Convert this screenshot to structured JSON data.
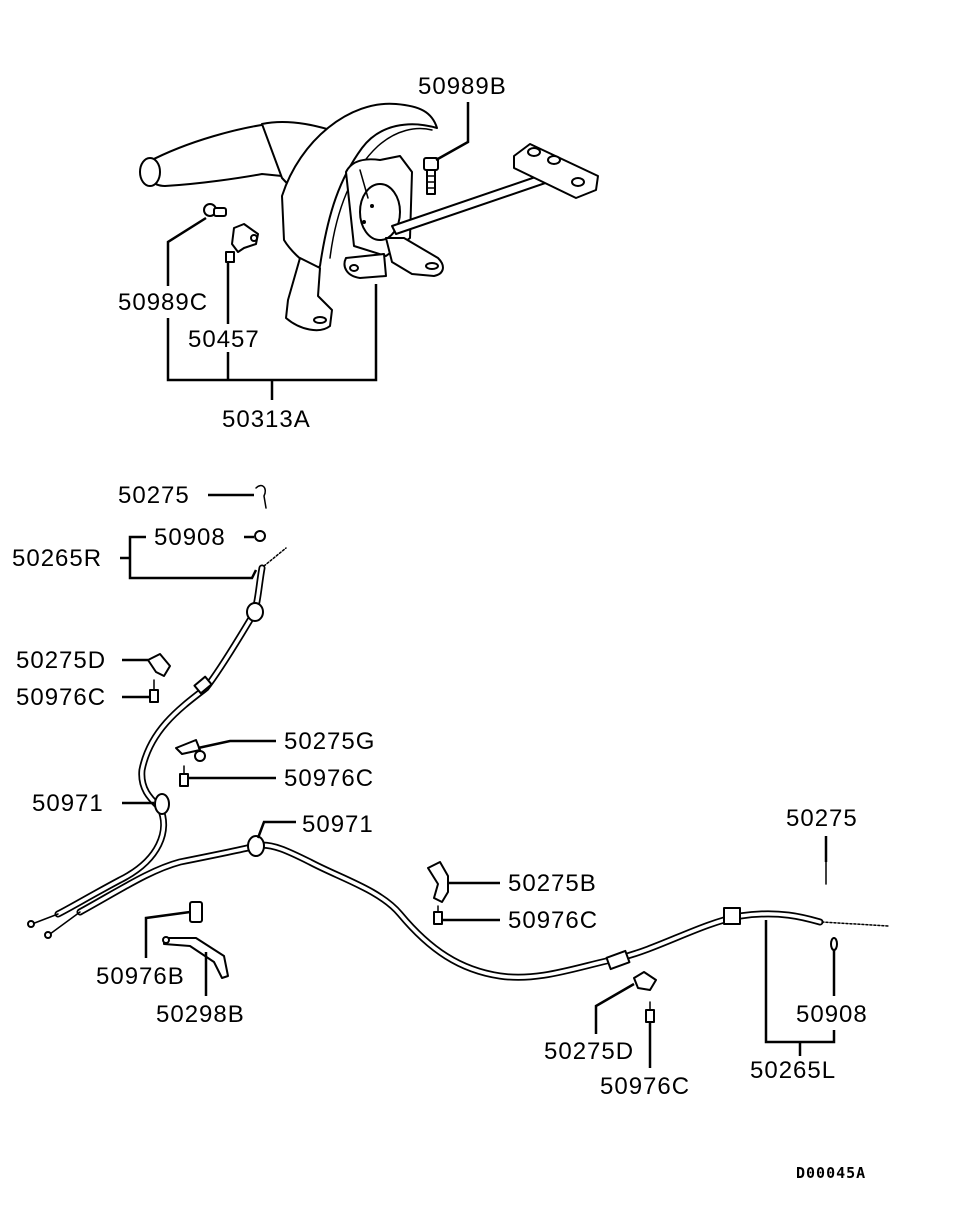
{
  "diagram": {
    "type": "exploded parts diagram",
    "subject": "Parking brake lever and cables",
    "reference_code": "D00045A",
    "colors": {
      "ink": "#000000",
      "background": "#ffffff"
    },
    "labels": {
      "lever_bolt": "50989B",
      "switch_screw": "50989C",
      "brake_switch": "50457",
      "lever_assembly": "50313A",
      "clip_r": "50275",
      "grommet_r": "50908",
      "cable_r": "50265R",
      "clamp_d_r": "50275D",
      "bolt_c_r1": "50976C",
      "clamp_g": "50275G",
      "bolt_c_r2": "50976C",
      "boot_r": "50971",
      "boot_l": "50971",
      "bracket_bolt": "50976B",
      "bracket": "50298B",
      "clamp_b": "50275B",
      "bolt_c_l1": "50976C",
      "clip_l": "50275",
      "grommet_l": "50908",
      "clamp_d_l": "50275D",
      "bolt_c_l2": "50976C",
      "cable_l": "50265L"
    }
  }
}
